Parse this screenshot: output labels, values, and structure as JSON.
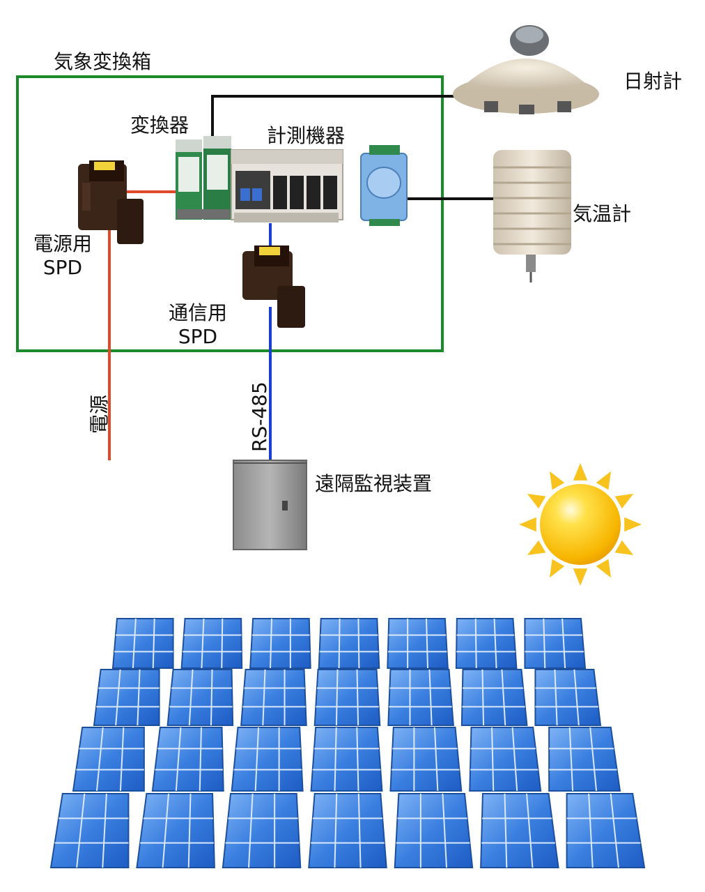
{
  "diagram": {
    "box_label": "気象変換箱",
    "converter_label": "変換器",
    "meter_label": "計測機器",
    "power_spd_label": [
      "電源用",
      "SPD"
    ],
    "comm_spd_label": [
      "通信用",
      "SPD"
    ],
    "pyranometer_label": "日射計",
    "thermometer_label": "気温計",
    "power_line_label": "電源",
    "signal_line_label": "RS-485",
    "monitor_label": "遠隔監視装置"
  },
  "colors": {
    "box_border": "#1a8a2a",
    "power_line": "#e04a2a",
    "signal_line": "#1a3fd0",
    "sensor_line": "#111111",
    "panel_blue": "#3a7fe0",
    "sun": "#f7b500"
  },
  "solar_array": {
    "rows": 4,
    "columns": 7
  }
}
